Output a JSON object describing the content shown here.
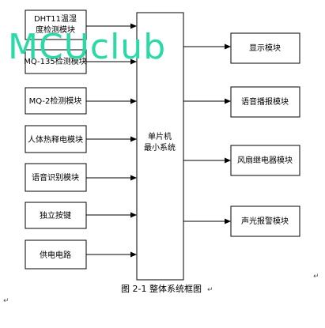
{
  "watermark": "MCUclub",
  "caption": "图 2-1  整体系统框图",
  "center_block": {
    "line1": "单片机",
    "line2": "最小系统"
  },
  "inputs": [
    {
      "name": "dht11",
      "line1": "DHT11温湿",
      "line2": "度检测模块"
    },
    {
      "name": "mq135",
      "line1": "MQ-135检测模块"
    },
    {
      "name": "mq2",
      "line1": "MQ-2检测模块"
    },
    {
      "name": "pir",
      "line1": "人体热释电模块"
    },
    {
      "name": "voice-recognition",
      "line1": "语音识别模块"
    },
    {
      "name": "keys",
      "line1": "独立按键"
    },
    {
      "name": "power",
      "line1": "供电电路"
    }
  ],
  "outputs": [
    {
      "name": "display",
      "line1": "显示模块"
    },
    {
      "name": "voice-broadcast",
      "line1": "语音播报模块"
    },
    {
      "name": "fan-relay",
      "line1": "风扇继电器模块"
    },
    {
      "name": "sound-light-alarm",
      "line1": "声光报警模块"
    }
  ],
  "colors": {
    "watermark": "#2ad9a6",
    "line": "#000000"
  }
}
